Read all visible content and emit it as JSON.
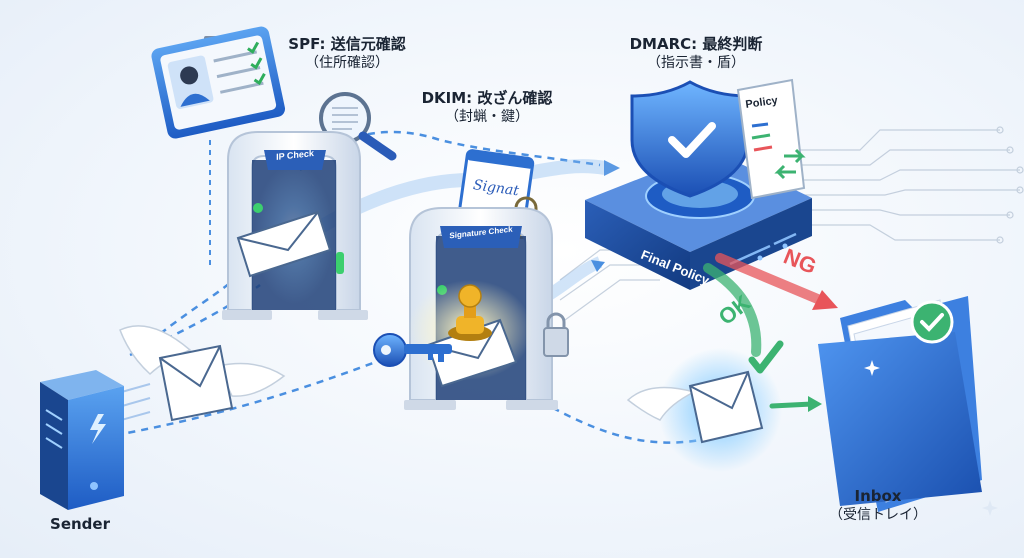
{
  "spf": {
    "title": "SPF: 送信元確認",
    "subtitle": "（住所確認）",
    "gate_label": "IP Check"
  },
  "dkim": {
    "title": "DKIM: 改ざん確認",
    "subtitle": "（封蝋・鍵）",
    "gate_label": "Signature Check",
    "signature_text": "Signat"
  },
  "dmarc": {
    "title": "DMARC: 最終判断",
    "subtitle": "（指示書・盾）",
    "server_label": "Final Policy",
    "doc_label": "Policy"
  },
  "sender": {
    "label": "Sender"
  },
  "inbox": {
    "title": "Inbox",
    "subtitle": "（受信トレイ）"
  },
  "results": {
    "ok": "OK",
    "ng": "NG"
  },
  "colors": {
    "blue": "#2a6fd6",
    "green": "#3cb371",
    "red": "#e8555a",
    "gold": "#e8a317"
  }
}
